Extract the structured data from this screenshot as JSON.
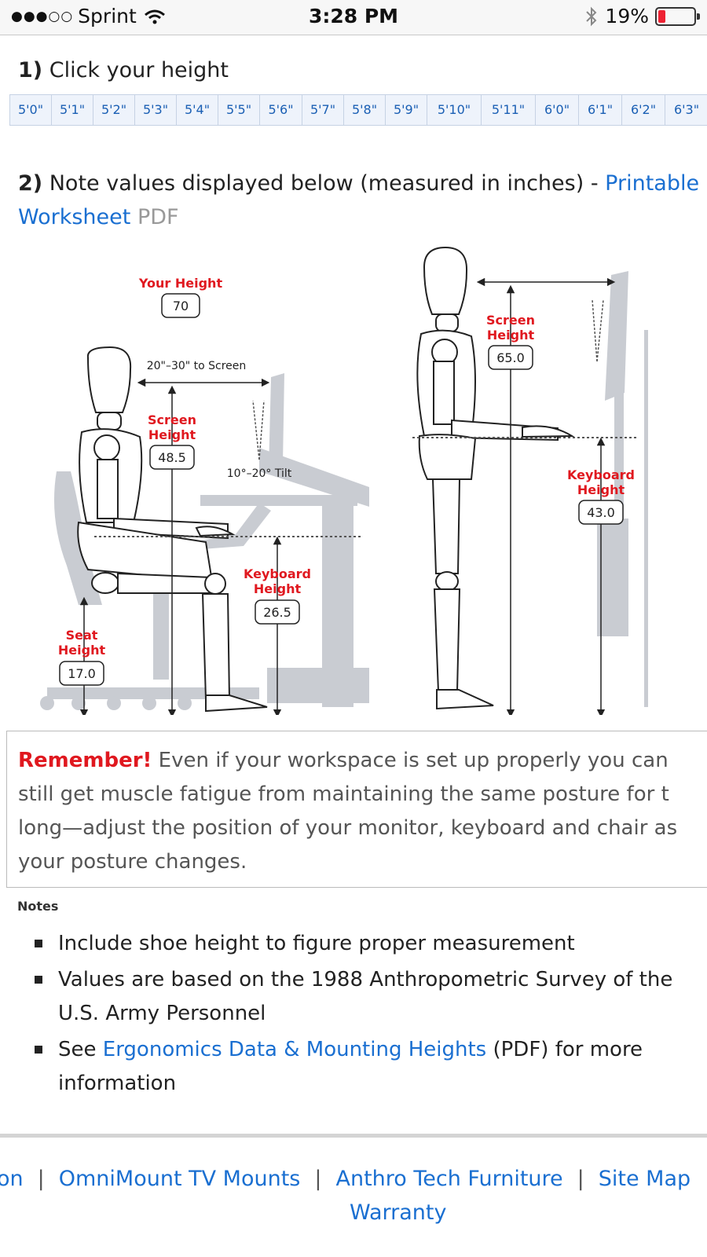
{
  "status": {
    "carrier": "Sprint",
    "time": "3:28 PM",
    "battery": "19%",
    "signal_icon": "signal-dots",
    "wifi_icon": "wifi",
    "bluetooth_icon": "bluetooth"
  },
  "step1": {
    "num": "1)",
    "text": "Click your height"
  },
  "heights": [
    "5'0\"",
    "5'1\"",
    "5'2\"",
    "5'3\"",
    "5'4\"",
    "5'5\"",
    "5'6\"",
    "5'7\"",
    "5'8\"",
    "5'9\"",
    "5'10\"",
    "5'11\"",
    "6'0\"",
    "6'1\"",
    "6'2\"",
    "6'3\""
  ],
  "step2": {
    "num": "2)",
    "text": "Note values displayed below (measured in inches) - ",
    "link1": "Printable",
    "link2": "Worksheet",
    "pdf": "PDF"
  },
  "diagram": {
    "your_height_label": "Your Height",
    "your_height": "70",
    "distance_label": "20\"–30\" to Screen",
    "tilt_label": "10°–20° Tilt",
    "sit_screen_label1": "Screen",
    "sit_screen_label2": "Height",
    "sit_screen": "48.5",
    "sit_keyboard_label1": "Keyboard",
    "sit_keyboard_label2": "Height",
    "sit_keyboard": "26.5",
    "seat_label1": "Seat",
    "seat_label2": "Height",
    "seat": "17.0",
    "stand_screen_label1": "Screen",
    "stand_screen_label2": "Height",
    "stand_screen": "65.0",
    "stand_keyboard_label1": "Keyboard",
    "stand_keyboard_label2": "Height",
    "stand_keyboard": "43.0",
    "accent": "#e0181f"
  },
  "remember": {
    "title": "Remember!",
    "line1": " Even if your workspace is set up properly you can",
    "line2": "still get muscle fatigue from maintaining the same posture for t",
    "line3": "long—adjust the position of your monitor, keyboard and chair as",
    "line4": "your posture changes."
  },
  "notes": {
    "title": "Notes",
    "item1": "Include shoe height to figure proper measurement",
    "item2a": "Values are based on the 1988 Anthropometric Survey of the",
    "item2b": "U.S. Army Personnel",
    "item3_pre": "See ",
    "item3_link": "Ergonomics Data & Mounting Heights",
    "item3_post": " (PDF) for more",
    "item3b": "information"
  },
  "footer": {
    "link0": "on",
    "link1": "OmniMount TV Mounts",
    "link2": "Anthro Tech Furniture",
    "link3": "Site Map",
    "link4": "Warranty",
    "separator": "|"
  }
}
